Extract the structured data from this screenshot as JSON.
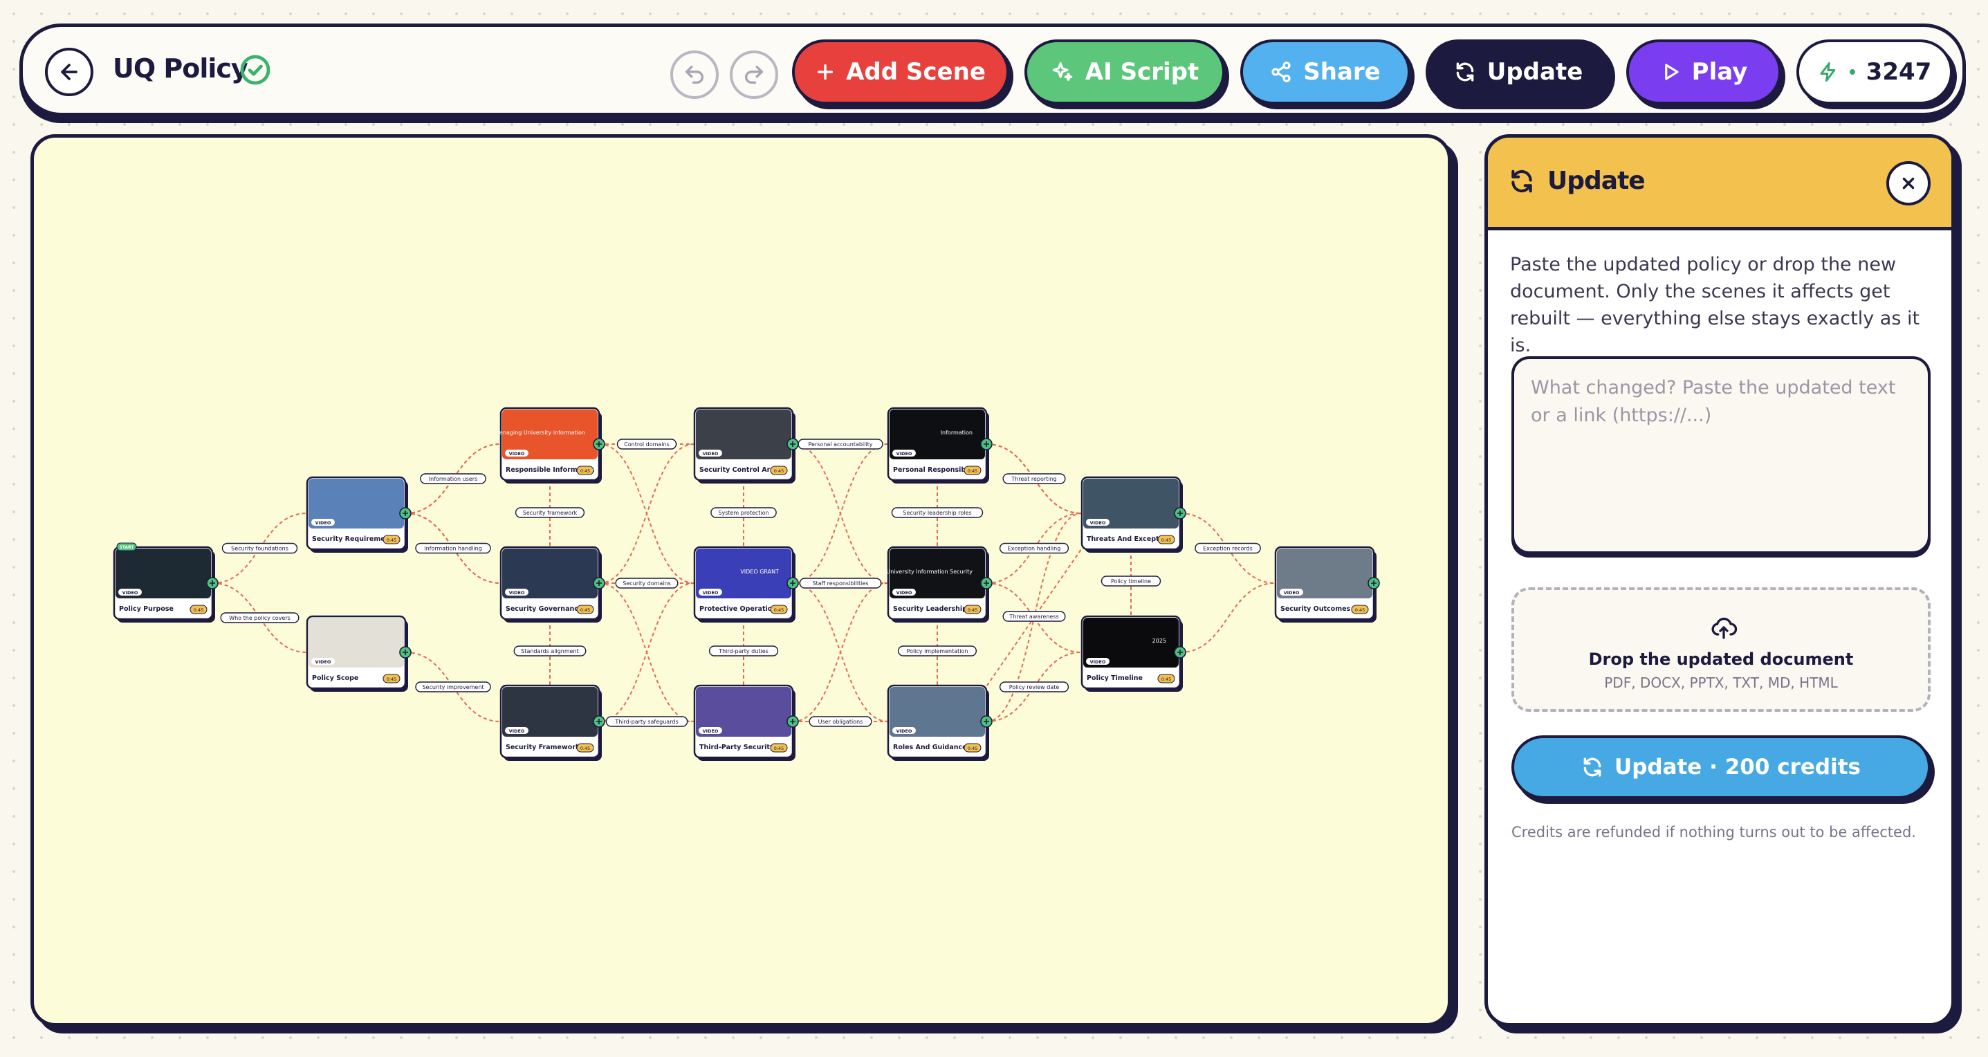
{
  "header": {
    "project_title": "UQ Policy",
    "buttons": {
      "add_scene": "Add Scene",
      "ai_script": "AI Script",
      "share": "Share",
      "update": "Update",
      "play": "Play"
    },
    "credits": "3247"
  },
  "colors": {
    "navy": "#1c1a3e",
    "add_scene": "#e8403d",
    "ai_script": "#5cc67a",
    "share": "#52b1ee",
    "update_dark": "#1c1a3e",
    "play": "#7b3df0",
    "panel_header": "#f2c14e",
    "edge": "#e56a55",
    "canvas_bg": "#fcfcd8"
  },
  "flow": {
    "scenes": [
      {
        "id": "s1",
        "title": "Policy Purpose",
        "thumb": "#1e2a33",
        "start": true
      },
      {
        "id": "s2",
        "title": "Security Requirements",
        "thumb": "#5a82b8"
      },
      {
        "id": "s3",
        "title": "Policy Scope",
        "thumb": "#e3e0d8"
      },
      {
        "id": "s4",
        "title": "Responsible Informati...",
        "thumb": "#e8552a",
        "overlay": "Managing University information"
      },
      {
        "id": "s5",
        "title": "Security Governance",
        "thumb": "#2b3a52"
      },
      {
        "id": "s6",
        "title": "Security Frameworks",
        "thumb": "#2d3442"
      },
      {
        "id": "s7",
        "title": "Security Control Areas",
        "thumb": "#3c4048"
      },
      {
        "id": "s8",
        "title": "Protective Operations",
        "thumb": "#3a3fb8",
        "overlay": "VIDEO GRANT"
      },
      {
        "id": "s9",
        "title": "Third-Party Security",
        "thumb": "#5a4d9e"
      },
      {
        "id": "s10",
        "title": "Personal Responsibility",
        "thumb": "#0e0f12",
        "overlay": "Information"
      },
      {
        "id": "s11",
        "title": "Security Leadership",
        "thumb": "#101216",
        "overlay": "University Information Security"
      },
      {
        "id": "s12",
        "title": "Roles And Guidance",
        "thumb": "#5e7690"
      },
      {
        "id": "s13",
        "title": "Threats And Exceptio...",
        "thumb": "#3f5566"
      },
      {
        "id": "s14",
        "title": "Policy Timeline",
        "thumb": "#0b0b0d",
        "overlay": "2025"
      },
      {
        "id": "s15",
        "title": "Security Outcomes",
        "thumb": "#6d7c88"
      }
    ],
    "edges": [
      {
        "from": "s1",
        "to": "s2",
        "label": "Security foundations"
      },
      {
        "from": "s1",
        "to": "s3",
        "label": "Who the policy covers"
      },
      {
        "from": "s2",
        "to": "s4",
        "label": "Information users"
      },
      {
        "from": "s2",
        "to": "s5",
        "label": "Information handling"
      },
      {
        "from": "s3",
        "to": "s6",
        "label": "Security improvement"
      },
      {
        "from": "s4",
        "to": "s7",
        "label": "Control domains"
      },
      {
        "from": "s5",
        "to": "s8",
        "label": "Security domains"
      },
      {
        "from": "s6",
        "to": "s9",
        "label": "Third-party safeguards"
      },
      {
        "from": "s7",
        "to": "s10",
        "label": "Personal accountability"
      },
      {
        "from": "s8",
        "to": "s11",
        "label": "Staff responsibilities"
      },
      {
        "from": "s9",
        "to": "s12",
        "label": "User obligations"
      },
      {
        "from": "s10",
        "to": "s13",
        "label": "Threat reporting"
      },
      {
        "from": "s11",
        "to": "s13",
        "label": "Exception handling"
      },
      {
        "from": "s12",
        "to": "s14",
        "label": "Policy review date"
      },
      {
        "from": "s13",
        "to": "s15",
        "label": "Exception records"
      }
    ],
    "cross_labels": {
      "s4_s5": "Security framework",
      "s5_s6": "Standards alignment",
      "s7_s8": "System protection",
      "s8_s9": "Third-party duties",
      "s10_s11": "Security leadership roles",
      "s11_s12": "Policy implementation",
      "s13_s14": "Policy timeline",
      "s12_s13": "Threat awareness"
    },
    "badge": "VIDEO",
    "start_label": "START",
    "duration": "0:45"
  },
  "panel": {
    "title": "Update",
    "description": "Paste the updated policy or drop the new document. Only the scenes it affects get rebuilt — everything else stays exactly as it is.",
    "textarea_placeholder": "What changed? Paste the updated text or a link (https://...)",
    "drop_title": "Drop the updated document",
    "drop_formats": "PDF, DOCX, PPTX, TXT, MD, HTML",
    "update_button": "Update · 200 credits",
    "footnote": "Credits are refunded if nothing turns out to be affected."
  }
}
